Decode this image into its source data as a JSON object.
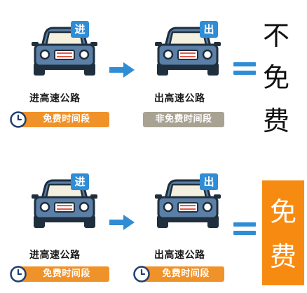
{
  "colors": {
    "car_body": "#5b7fa6",
    "car_outline": "#1f2f3d",
    "car_window": "#f4f0df",
    "grille": "#e05a4c",
    "badge_blue": "#2f8dd6",
    "arrow_blue": "#2f8dd6",
    "pill_orange": "#f0922a",
    "pill_gray": "#a8a293",
    "free_box_orange": "#f78b12"
  },
  "top_row": {
    "left_car": {
      "badge": "进",
      "caption": "进高速公路",
      "pill": "免费时间段",
      "icon": "clock-icon"
    },
    "right_car": {
      "badge": "出",
      "caption": "出高速公路",
      "pill": "非免费时间段"
    },
    "result": [
      "不",
      "免",
      "费"
    ]
  },
  "bottom_row": {
    "left_car": {
      "badge": "进",
      "caption": "进高速公路",
      "pill": "免费时间段",
      "icon": "clock-icon"
    },
    "right_car": {
      "badge": "出",
      "caption": "出高速公路",
      "pill": "免费时间段",
      "icon": "clock-icon"
    },
    "result": [
      "免",
      "费"
    ]
  }
}
